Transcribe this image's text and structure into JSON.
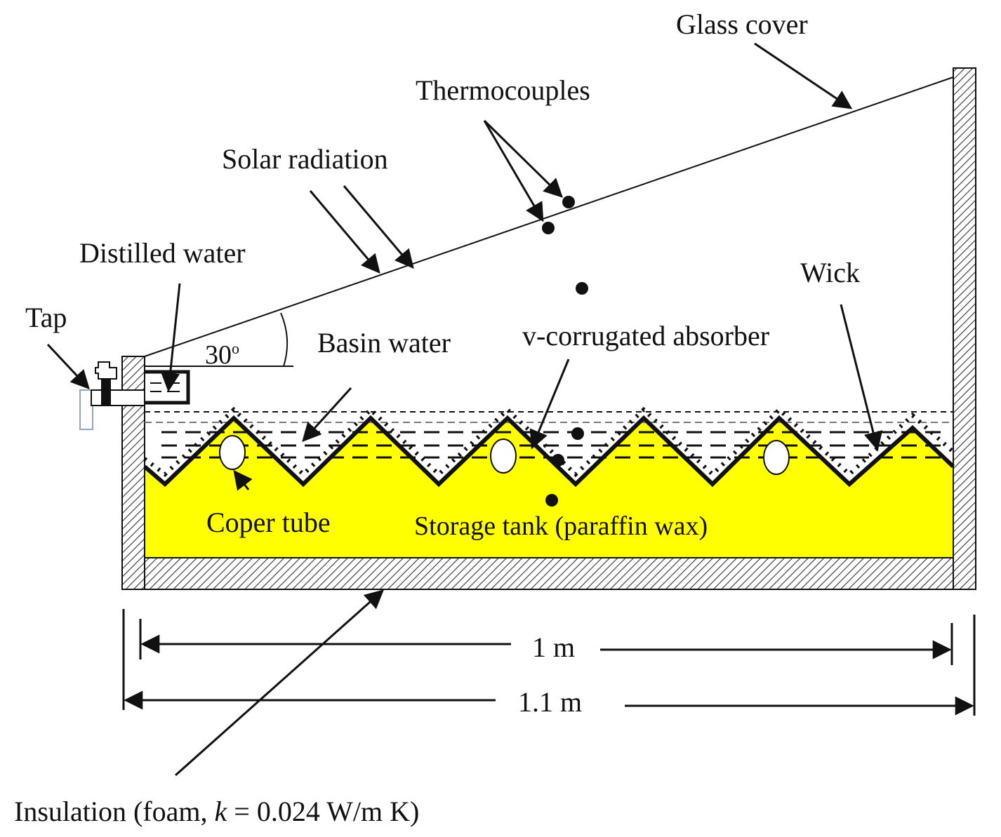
{
  "labels": {
    "glass_cover": "Glass cover",
    "thermocouples": "Thermocouples",
    "solar_radiation": "Solar radiation",
    "distilled_water": "Distilled water",
    "tap": "Tap",
    "angle": "30",
    "angle_unit": "o",
    "basin_water": "Basin water",
    "absorber": "v-corrugated absorber",
    "wick": "Wick",
    "copper_tube": "Coper tube",
    "storage_tank": "Storage tank (paraffin wax)",
    "dim_inner": "1 m",
    "dim_outer": "1.1 m",
    "insulation_prefix": "Insulation (foam, ",
    "insulation_k": "k",
    "insulation_suffix": " = 0.024 W/m K)"
  },
  "colors": {
    "paraffin": "#ffff00",
    "ink": "#111111",
    "tap": "#8fa8c8"
  }
}
